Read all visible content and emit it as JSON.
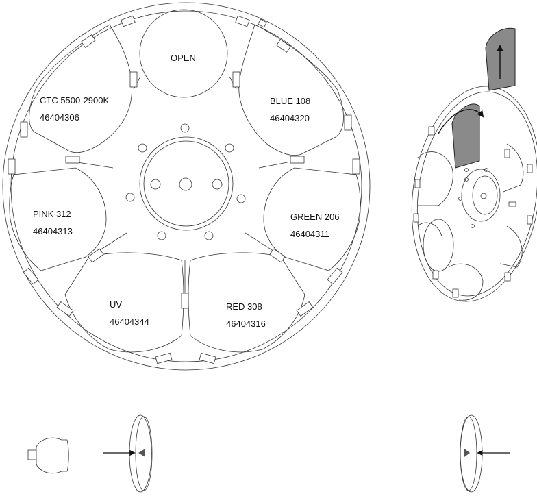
{
  "wheel": {
    "filters": [
      {
        "id": "open",
        "name": "OPEN",
        "code": ""
      },
      {
        "id": "blue",
        "name": "BLUE 108",
        "code": "46404320"
      },
      {
        "id": "green",
        "name": "GREEN 206",
        "code": "46404311"
      },
      {
        "id": "red",
        "name": "RED 308",
        "code": "46404316"
      },
      {
        "id": "uv",
        "name": "UV",
        "code": "46404344"
      },
      {
        "id": "pink",
        "name": "PINK 312",
        "code": "46404313"
      },
      {
        "id": "ctc",
        "name": "CTC 5500-2900K",
        "code": "46404306"
      }
    ]
  },
  "colors": {
    "line": "#333333",
    "filter_shade": "#8a8a8a",
    "background": "#ffffff"
  }
}
